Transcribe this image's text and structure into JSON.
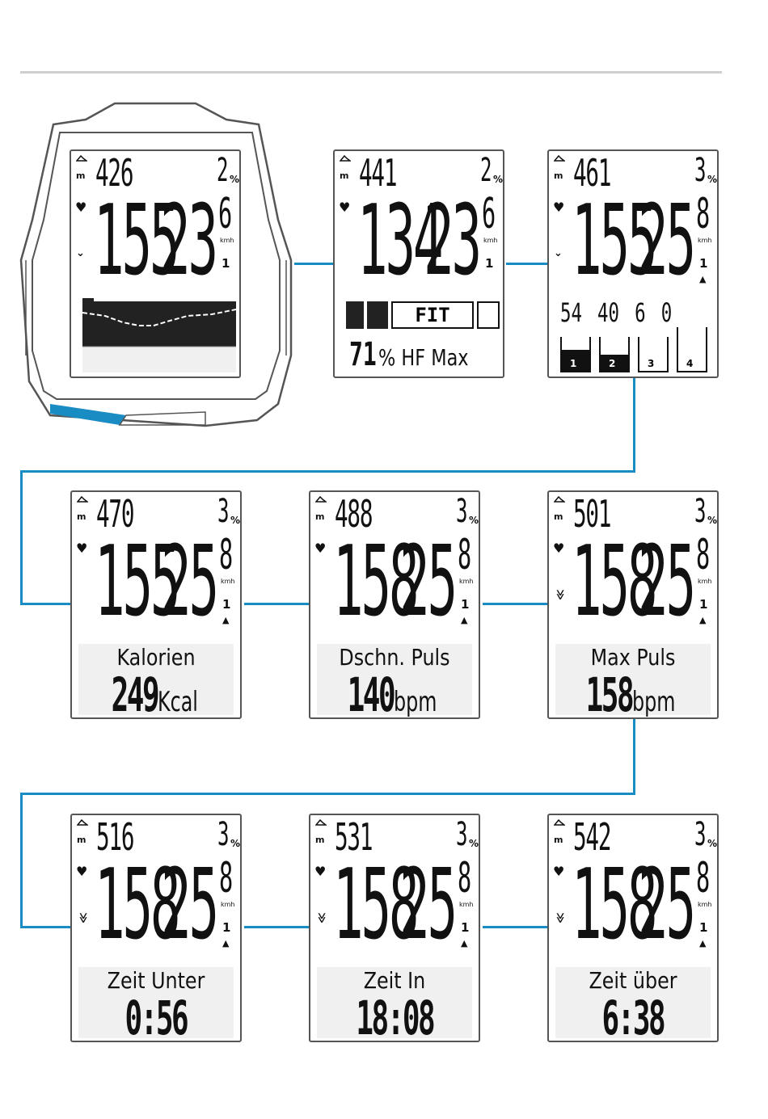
{
  "screens": {
    "device": {
      "alt": "426",
      "grade": "2",
      "spd_dec": "6",
      "hr": "155",
      "spd": "23",
      "pct": "%",
      "kmh": "kmh",
      "gear": "1"
    },
    "fit": {
      "alt": "441",
      "grade": "2",
      "spd_dec": "6",
      "hr": "134",
      "spd": "23",
      "pct": "%",
      "kmh": "kmh",
      "gear": "1",
      "label": "FIT",
      "value": "71",
      "unit": "% HF Max"
    },
    "zones": {
      "alt": "461",
      "grade": "3",
      "spd_dec": "8",
      "hr": "155",
      "spd": "25",
      "pct": "%",
      "kmh": "kmh",
      "gear": "1",
      "zone_values": "54 40 6 0",
      "zone_labels": [
        "1",
        "2",
        "3",
        "4"
      ]
    },
    "kalorien": {
      "alt": "470",
      "grade": "3",
      "spd_dec": "8",
      "hr": "155",
      "spd": "25",
      "pct": "%",
      "kmh": "kmh",
      "gear": "1",
      "label": "Kalorien",
      "value": "249",
      "unit": "Kcal"
    },
    "dschn": {
      "alt": "488",
      "grade": "3",
      "spd_dec": "8",
      "hr": "158",
      "spd": "25",
      "pct": "%",
      "kmh": "kmh",
      "gear": "1",
      "label": "Dschn. Puls",
      "value": "140",
      "unit": "bpm"
    },
    "maxpuls": {
      "alt": "501",
      "grade": "3",
      "spd_dec": "8",
      "hr": "158",
      "spd": "25",
      "pct": "%",
      "kmh": "kmh",
      "gear": "1",
      "label": "Max Puls",
      "value": "158",
      "unit": "bpm"
    },
    "zeitunter": {
      "alt": "516",
      "grade": "3",
      "spd_dec": "8",
      "hr": "158",
      "spd": "25",
      "pct": "%",
      "kmh": "kmh",
      "gear": "1",
      "label": "Zeit Unter",
      "value": "0:56"
    },
    "zeitin": {
      "alt": "531",
      "grade": "3",
      "spd_dec": "8",
      "hr": "158",
      "spd": "25",
      "pct": "%",
      "kmh": "kmh",
      "gear": "1",
      "label": "Zeit In",
      "value": "18:08"
    },
    "zeitueber": {
      "alt": "542",
      "grade": "3",
      "spd_dec": "8",
      "hr": "158",
      "spd": "25",
      "pct": "%",
      "kmh": "kmh",
      "gear": "1",
      "label": "Zeit über",
      "value": "6:38"
    }
  },
  "common": {
    "m_label": "m",
    "triangle": "▲",
    "heart": "♥",
    "cad_down": "⌄",
    "cad_multi": "≫"
  },
  "colors": {
    "connector": "#1a8cc4",
    "frame": "#555555"
  }
}
